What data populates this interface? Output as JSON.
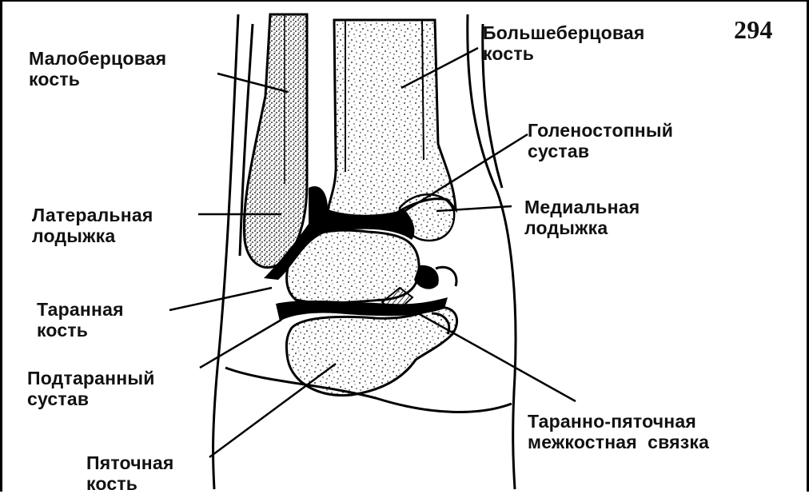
{
  "page_number": "294",
  "labels": {
    "fibula": [
      "Малоберцовая",
      "кость"
    ],
    "tibia": [
      "Большеберцовая",
      "кость"
    ],
    "ankle_joint": [
      "Голеностопный",
      "сустав"
    ],
    "lateral_malleolus": [
      "Латеральная",
      "лодыжка"
    ],
    "medial_malleolus": [
      "Медиальная",
      "лодыжка"
    ],
    "talus": [
      "Таранная",
      "кость"
    ],
    "subtalar_joint": [
      "Подтаранный",
      "сустав"
    ],
    "talocalcaneal_ligament": [
      "Таранно-пяточная",
      "межкостная  связка"
    ],
    "calcaneus": [
      "Пяточная",
      "кость"
    ]
  },
  "colors": {
    "ink": "#000000",
    "paper": "#ffffff"
  }
}
